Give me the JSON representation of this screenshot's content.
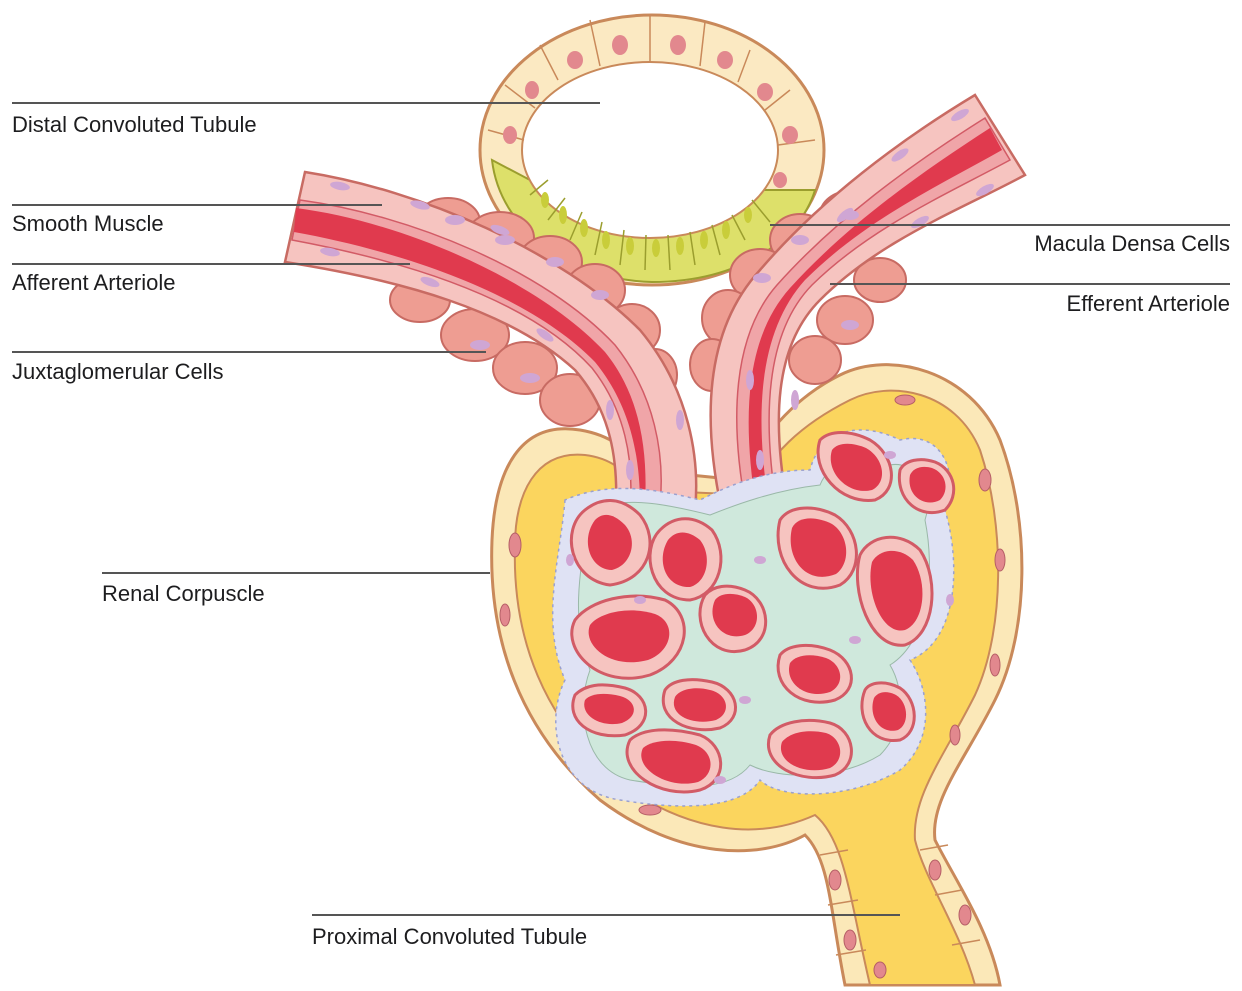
{
  "labels": {
    "distal": "Distal Convoluted Tubule",
    "smooth_muscle": "Smooth Muscle",
    "afferent": "Afferent Arteriole",
    "juxtaglomerular": "Juxtaglomerular Cells",
    "renal_corpuscle": "Renal Corpuscle",
    "proximal": "Proximal Convoluted Tubule",
    "macula_densa": "Macula Densa Cells",
    "efferent": "Efferent Arteriole"
  },
  "colors": {
    "capsule_fill": "#fbd55e",
    "capsule_wall": "#fbe8b8",
    "tubule_cell": "#fbe9c2",
    "macula_densa_cell": "#dde06a",
    "vessel_outer": "#f6c4c0",
    "vessel_lumen": "#e03a4e",
    "jg_cell": "#ee9d92",
    "nucleus_pink": "#e2888e",
    "nucleus_purple": "#cfa6d4",
    "mesangium": "#cfe8dc",
    "podocyte": "#dfe2f4",
    "leader": "#555555"
  }
}
